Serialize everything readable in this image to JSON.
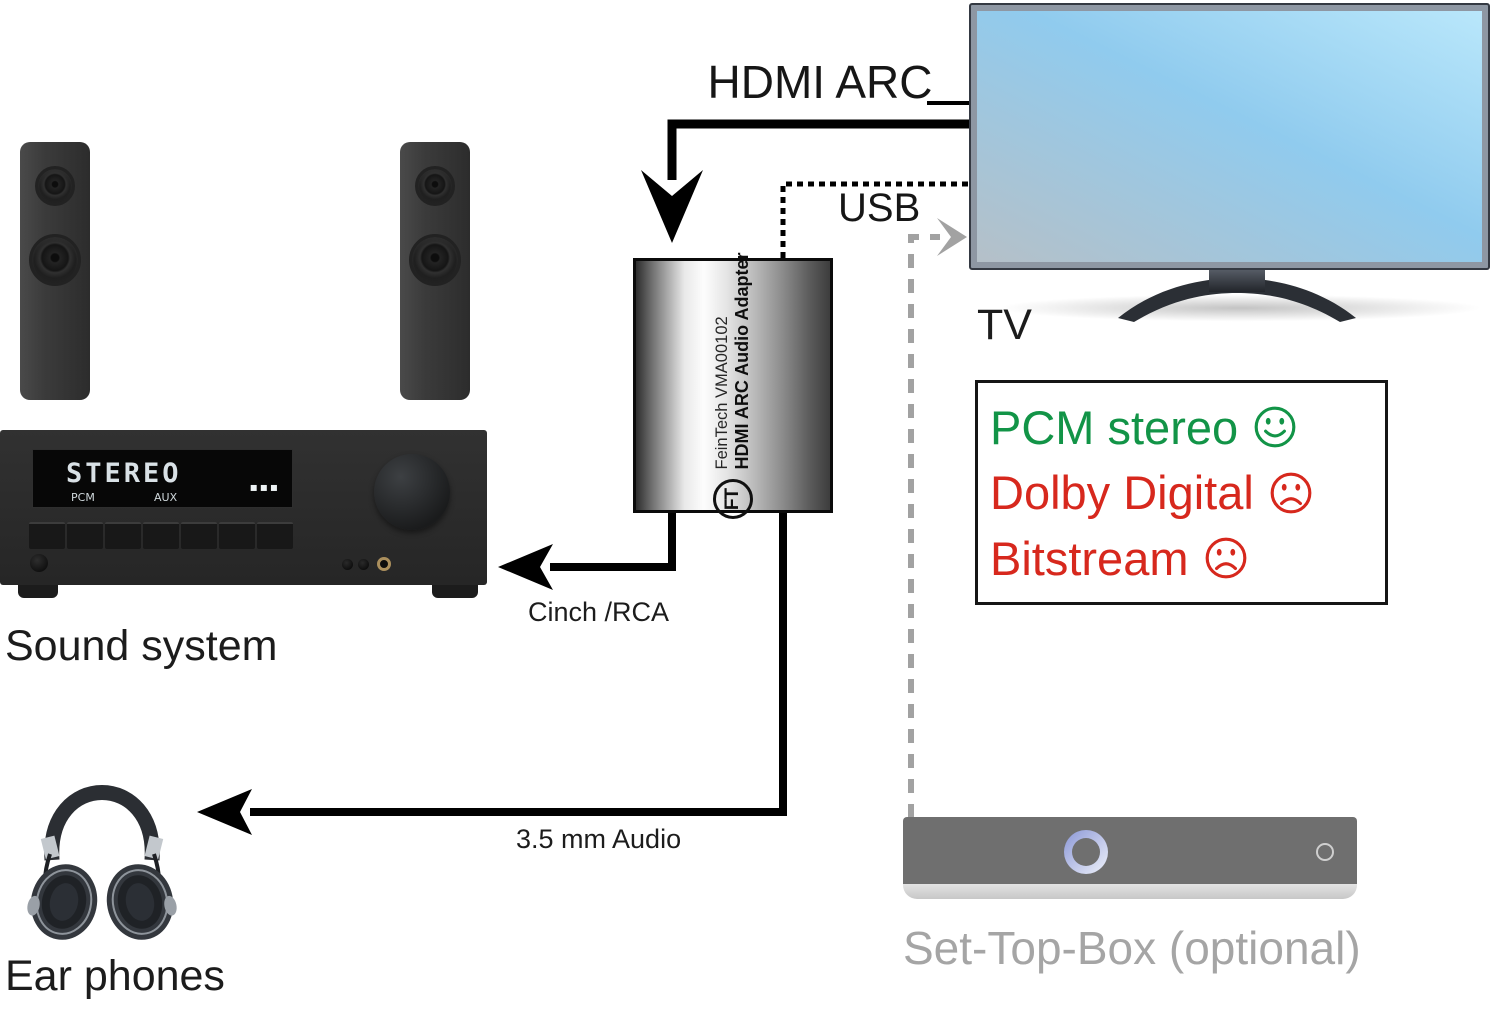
{
  "labels": {
    "hdmi_arc": "HDMI ARC",
    "usb": "USB",
    "tv": "TV",
    "sound_system": "Sound system",
    "ear_phones": "Ear phones",
    "cinch_rca": "Cinch /RCA",
    "audio_3_5mm": "3.5 mm Audio",
    "set_top_box": "Set-Top-Box (optional)"
  },
  "adapter": {
    "brand_line": "FeinTech VMA00102",
    "product_line": "HDMI ARC Audio Adapter",
    "logo_text": "FT"
  },
  "receiver_display": {
    "main": "STEREO",
    "input": "PCM",
    "source": "AUX",
    "dots": "▪▪▪"
  },
  "formats": [
    {
      "label": "PCM stereo",
      "mood": "happy",
      "color": "#129447"
    },
    {
      "label": "Dolby Digital",
      "mood": "sad",
      "color": "#d7281d"
    },
    {
      "label": "Bitstream",
      "mood": "sad",
      "color": "#d7281d"
    }
  ],
  "colors": {
    "format_ok": "#129447",
    "format_bad": "#d7281d",
    "cable": "#000000",
    "dashed_cable": "#a2a2a2",
    "tv_screen_light": "#b9e7fb",
    "tv_screen_dark": "#b5c0c8",
    "set_top_box_label": "#a5a5a5"
  }
}
